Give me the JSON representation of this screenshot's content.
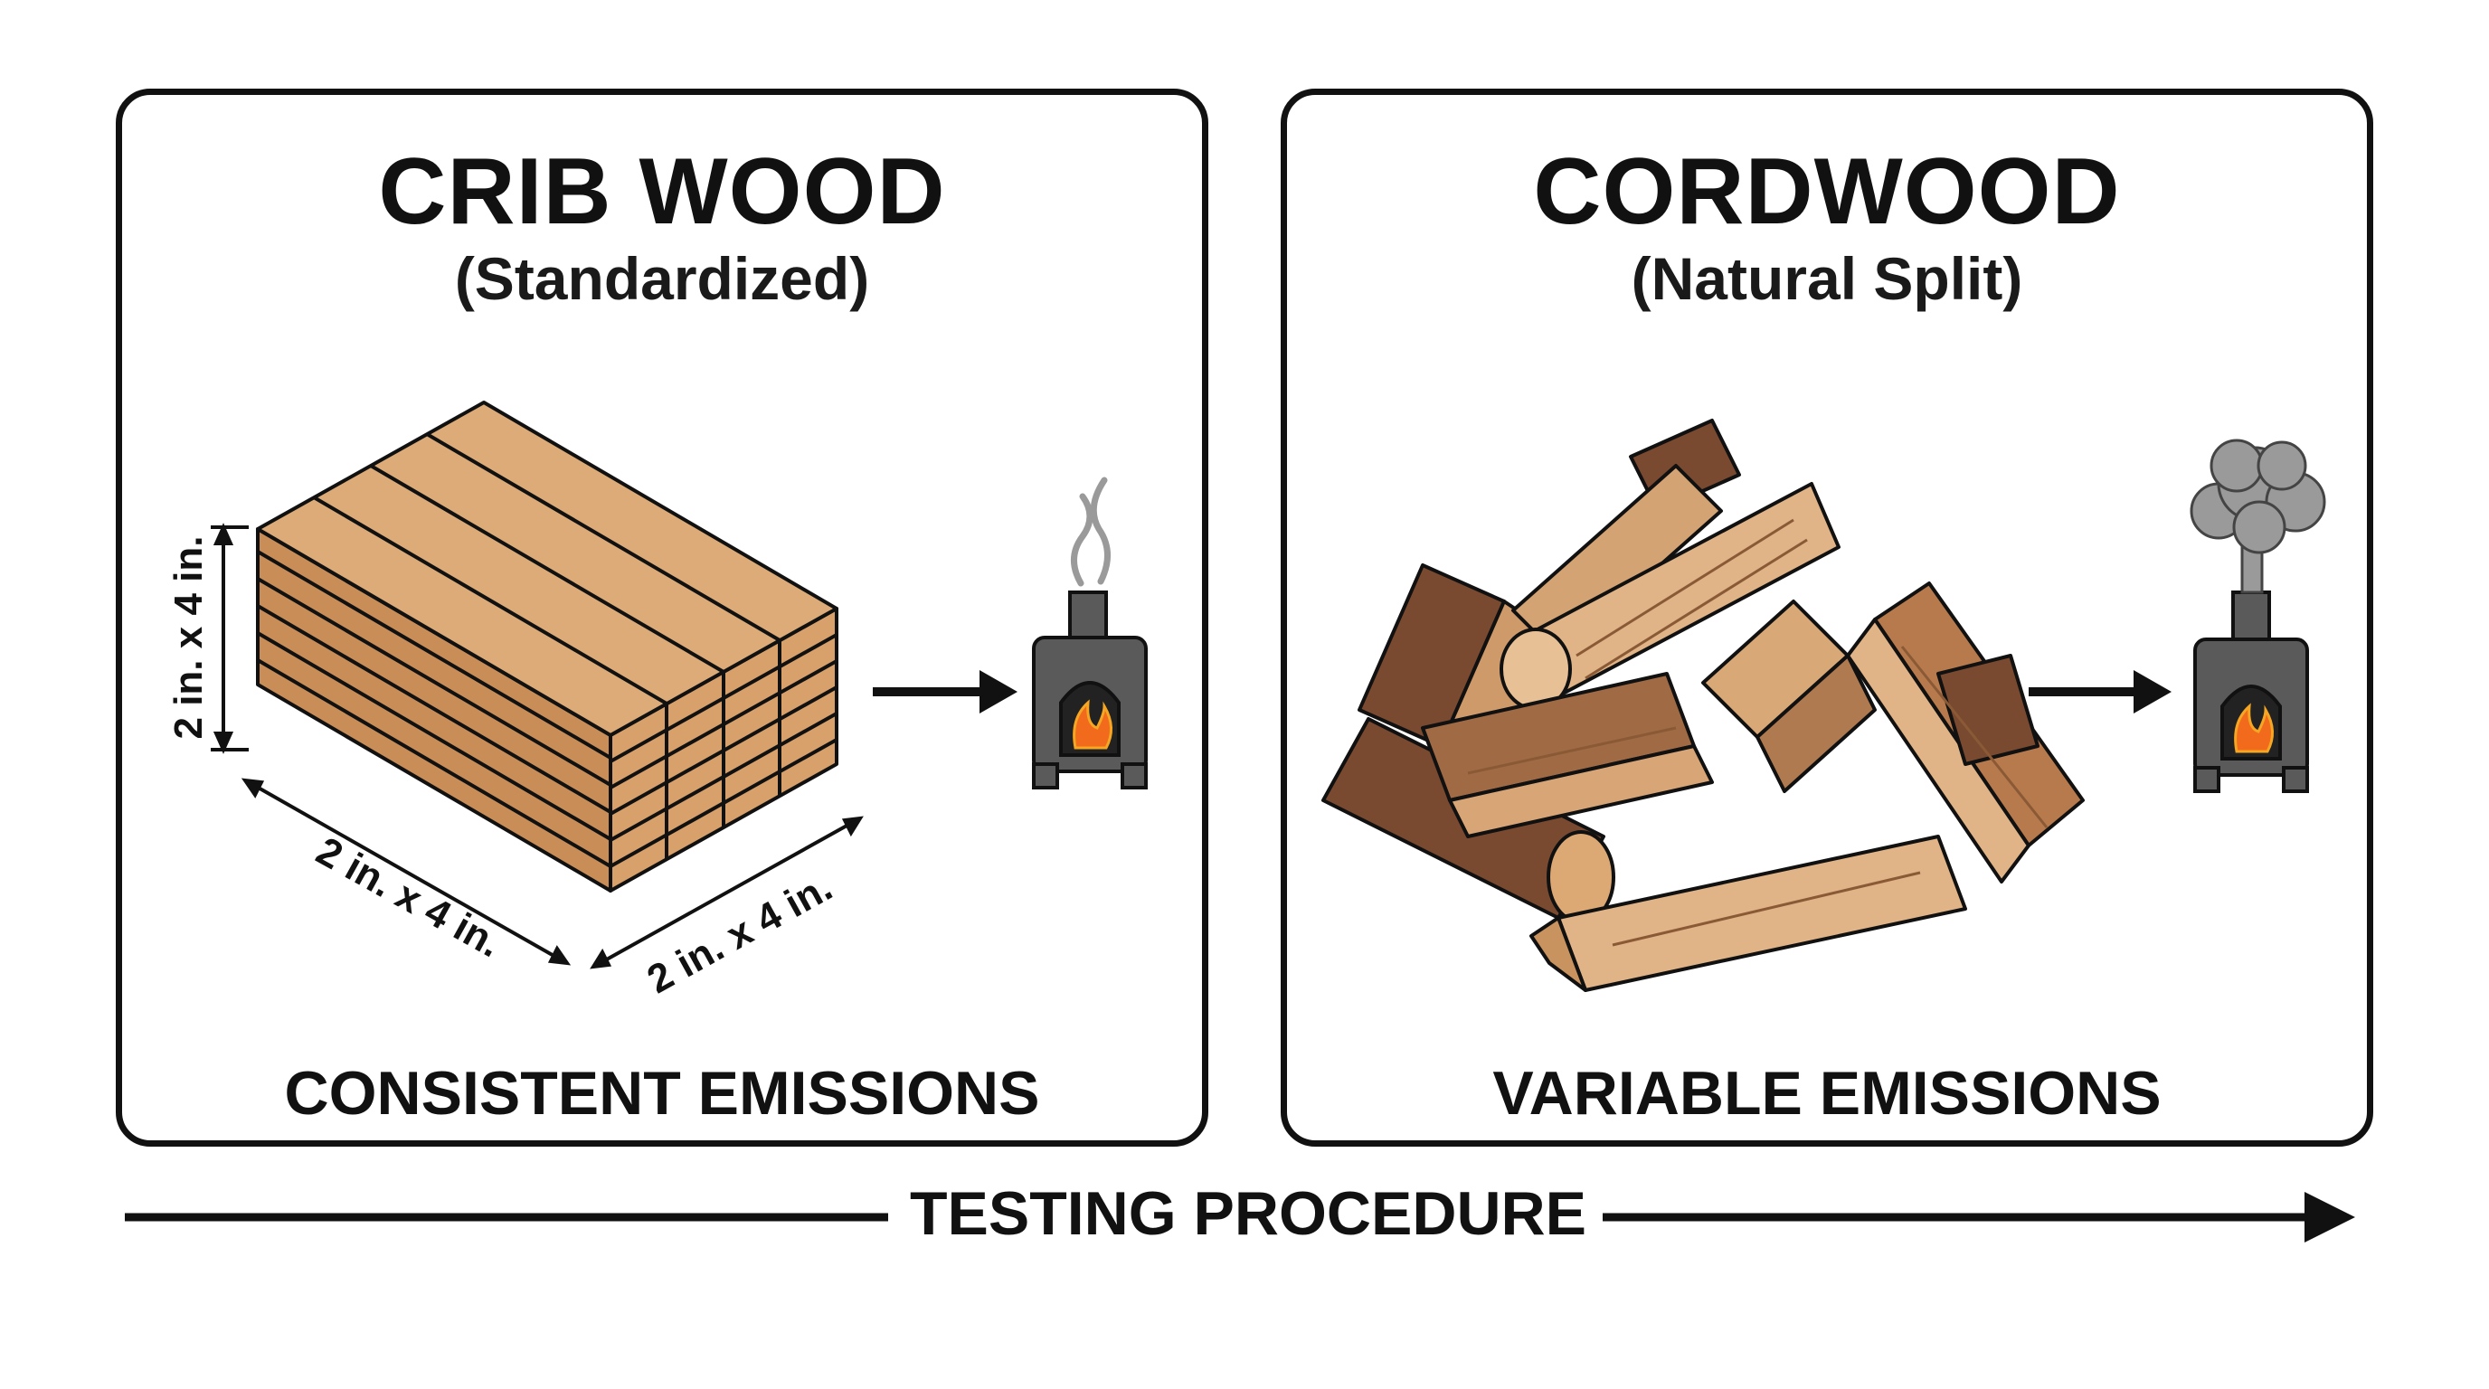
{
  "left_panel": {
    "title": "CRIB WOOD",
    "subtitle": "(Standardized)",
    "dimension_labels": [
      "2 in. x 4 in.",
      "2 in. x 4 in.",
      "2 in. x 4 in."
    ],
    "caption": "CONSISTENT EMISSIONS",
    "icons": [
      "wood-stack-icon",
      "arrow-right-icon",
      "stove-icon",
      "wisp-smoke-icon"
    ]
  },
  "right_panel": {
    "title": "CORDWOOD",
    "subtitle": "(Natural Split)",
    "caption": "VARIABLE EMISSIONS",
    "icons": [
      "log-pile-icon",
      "arrow-right-icon",
      "stove-icon",
      "heavy-smoke-icon"
    ]
  },
  "footer": {
    "label": "TESTING PROCEDURE",
    "icon": "long-arrow-right-icon"
  },
  "colors": {
    "wood_light": "#d9a877",
    "wood_mid": "#c28a56",
    "bark": "#7a4a30",
    "stove": "#5a5a5a",
    "fire": "#f26a1b",
    "smoke": "#9a9a9a",
    "outline": "#111111"
  }
}
